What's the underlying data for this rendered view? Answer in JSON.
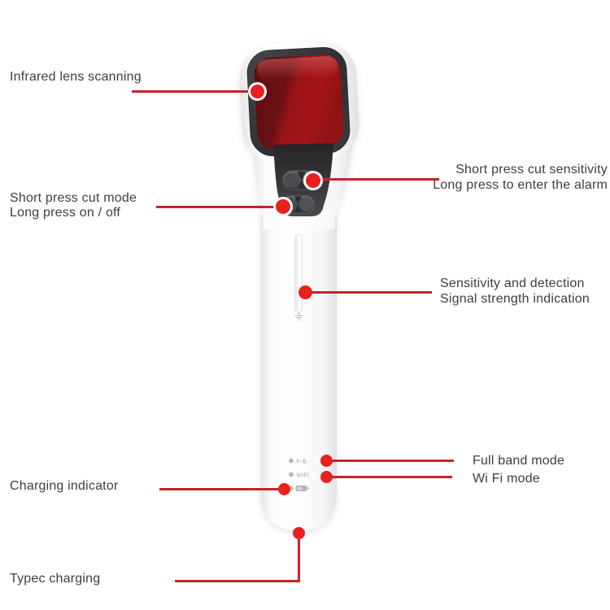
{
  "colors": {
    "leader_line": "#c4242b",
    "callout_dot": "#e8201e",
    "label_text": "#3e3e3e",
    "lens_red_dark": "#5c0d10",
    "lens_red_bright": "#a61518",
    "bezel_dark": "#333336",
    "device_white": "#ffffff"
  },
  "callouts": {
    "infrared": {
      "line1": "Infrared lens scanning"
    },
    "cut_mode": {
      "line1": "Short press cut mode",
      "line2": "Long press on / off"
    },
    "cut_sensitivity": {
      "line1": "Short press cut sensitivity",
      "line2": "Long press to enter the alarm"
    },
    "signal": {
      "line1": "Sensitivity and detection",
      "line2": "Signal strength indication"
    },
    "full_band": {
      "line1": "Full band mode"
    },
    "wifi_mode": {
      "line1": "Wi Fi mode"
    },
    "charging": {
      "line1": "Charging indicator"
    },
    "typec": {
      "line1": "Typec charging"
    }
  },
  "device_labels": {
    "fb": "F-B",
    "wifi": "WiFi"
  }
}
